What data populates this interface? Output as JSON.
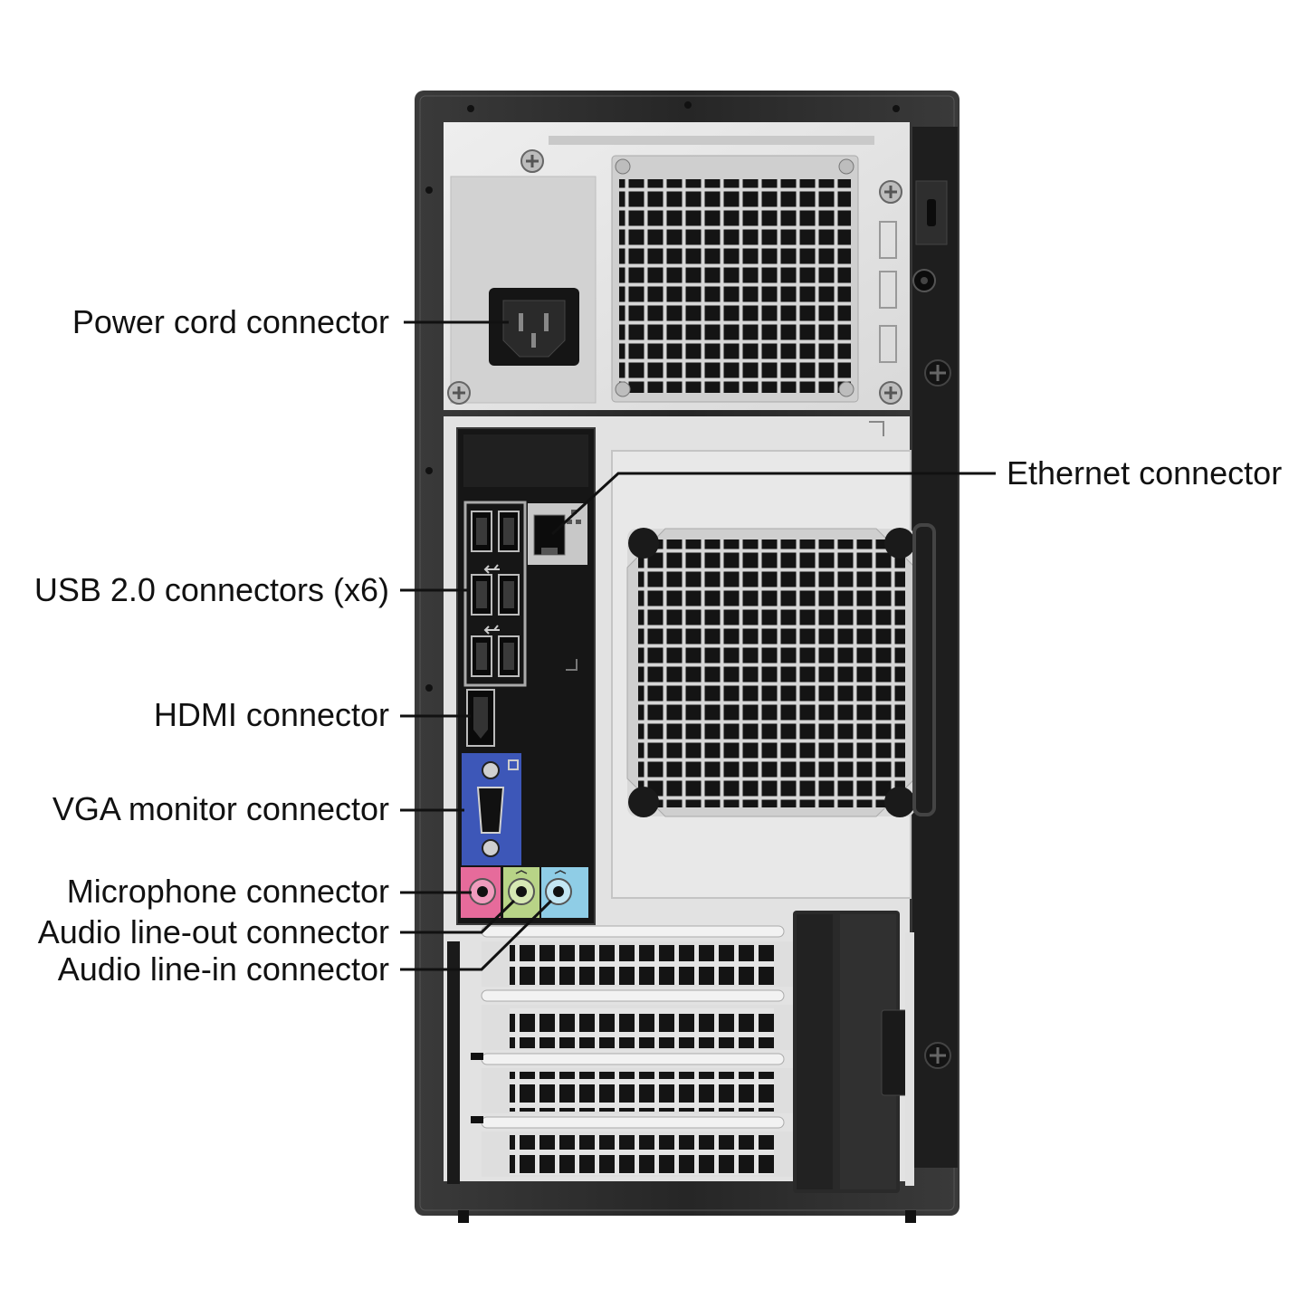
{
  "colors": {
    "case_frame": "#2c2c2c",
    "panel": "#e6e6e6",
    "io_plate": "#161616",
    "vga_port": "#3d57b8",
    "mic_jack": "#e66b9b",
    "line_out_jack": "#b8d487",
    "line_in_jack": "#8fcde6",
    "leader_line": "#111111",
    "label_text": "#111111"
  },
  "labels": {
    "power": "Power cord connector",
    "usb": "USB 2.0 connectors (x6)",
    "hdmi": "HDMI connector",
    "vga": "VGA monitor connector",
    "mic": "Microphone connector",
    "line_out": "Audio line-out connector",
    "line_in": "Audio line-in connector",
    "ethernet": "Ethernet connector"
  },
  "icons": [
    "usb-icon",
    "network-icon",
    "vga-icon",
    "audio-icon"
  ]
}
